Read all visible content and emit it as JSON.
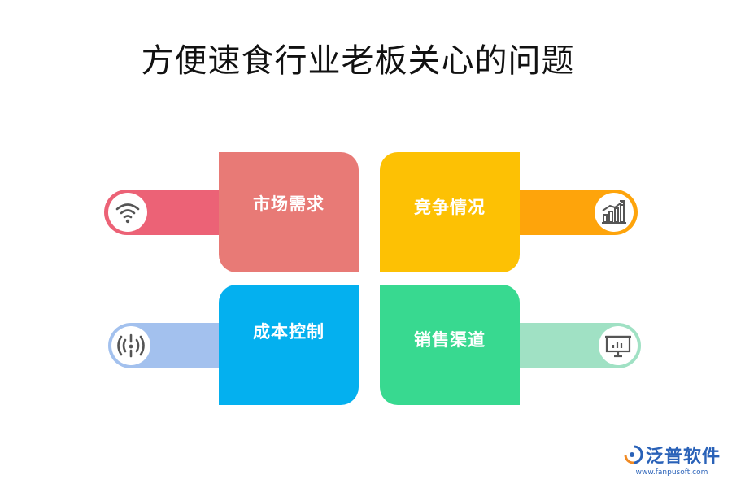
{
  "title": "方便速食行业老板关心的问题",
  "items": [
    {
      "label": "市场需求",
      "color": "#e87a76",
      "bar_color": "#ec6276",
      "icon": "wifi-icon"
    },
    {
      "label": "竞争情况",
      "color": "#fdc104",
      "bar_color": "#fea40b",
      "icon": "bar-chart-icon"
    },
    {
      "label": "成本控制",
      "color": "#04b0ef",
      "bar_color": "#a3c1ee",
      "icon": "signal-icon"
    },
    {
      "label": "销售渠道",
      "color": "#38d990",
      "bar_color": "#a0e1c4",
      "icon": "monitor-icon"
    }
  ],
  "logo": {
    "name": "泛普软件",
    "url": "www.fanpusoft.com",
    "color": "#2a62b8"
  }
}
